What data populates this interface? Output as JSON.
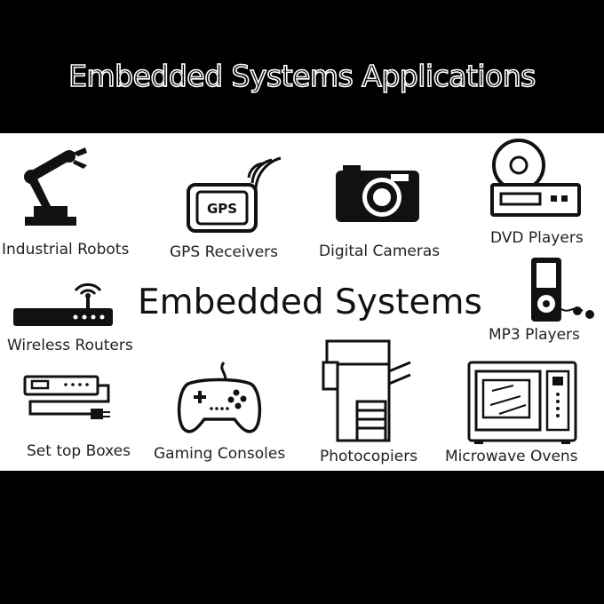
{
  "title": "Embedded Systems Applications",
  "center_label": "Embedded Systems",
  "items": [
    {
      "label": "Industrial Robots",
      "icon": "robot-arm-icon"
    },
    {
      "label": "GPS Receivers",
      "icon": "gps-device-icon",
      "icon_text": "GPS"
    },
    {
      "label": "Digital Cameras",
      "icon": "camera-icon"
    },
    {
      "label": "DVD Players",
      "icon": "dvd-player-icon"
    },
    {
      "label": "Wireless Routers",
      "icon": "router-icon"
    },
    {
      "label": "MP3 Players",
      "icon": "mp3-player-icon"
    },
    {
      "label": "Set top Boxes",
      "icon": "set-top-box-icon"
    },
    {
      "label": "Gaming Consoles",
      "icon": "gamepad-icon"
    },
    {
      "label": "Photocopiers",
      "icon": "photocopier-icon"
    },
    {
      "label": "Microwave Ovens",
      "icon": "microwave-icon"
    }
  ]
}
